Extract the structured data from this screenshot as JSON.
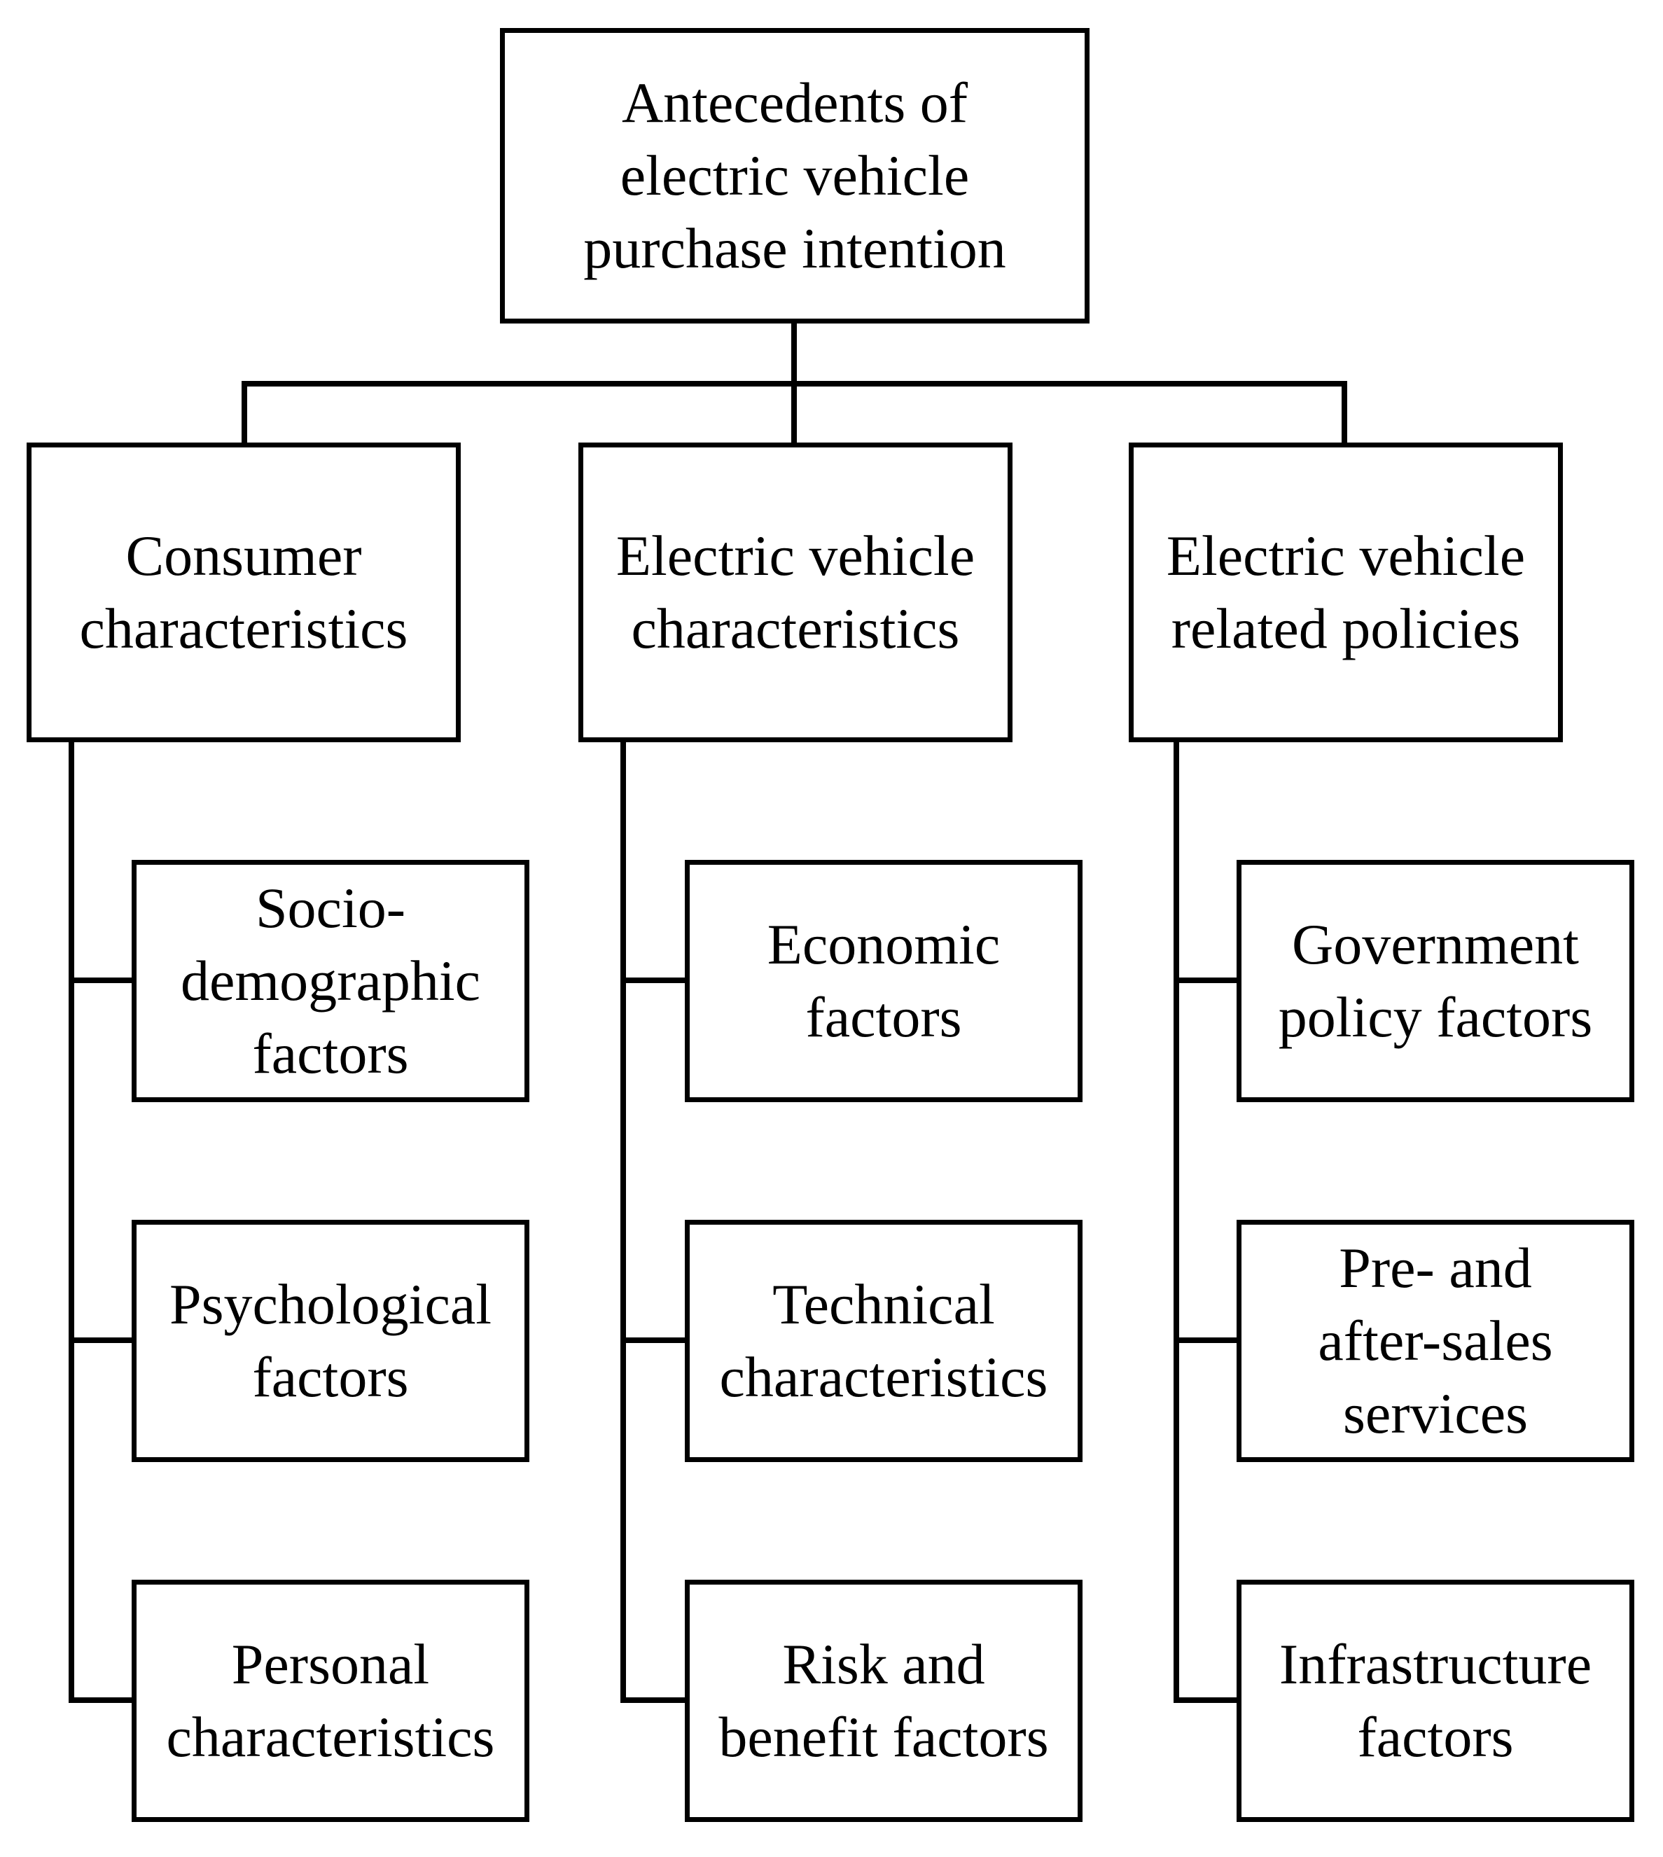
{
  "diagram": {
    "root": {
      "label": "Antecedents of\nelectric vehicle\npurchase intention"
    },
    "categories": [
      {
        "label": "Consumer\ncharacteristics",
        "factors": [
          "Socio-\ndemographic\nfactors",
          "Psychological\nfactors",
          "Personal\ncharacteristics"
        ]
      },
      {
        "label": "Electric vehicle\ncharacteristics",
        "factors": [
          "Economic\nfactors",
          "Technical\ncharacteristics",
          "Risk and\nbenefit factors"
        ]
      },
      {
        "label": "Electric vehicle\nrelated policies",
        "factors": [
          "Government\npolicy factors",
          "Pre- and\nafter-sales\nservices",
          "Infrastructure\nfactors"
        ]
      }
    ]
  },
  "colors": {
    "stroke": "#000000",
    "background": "#ffffff"
  }
}
